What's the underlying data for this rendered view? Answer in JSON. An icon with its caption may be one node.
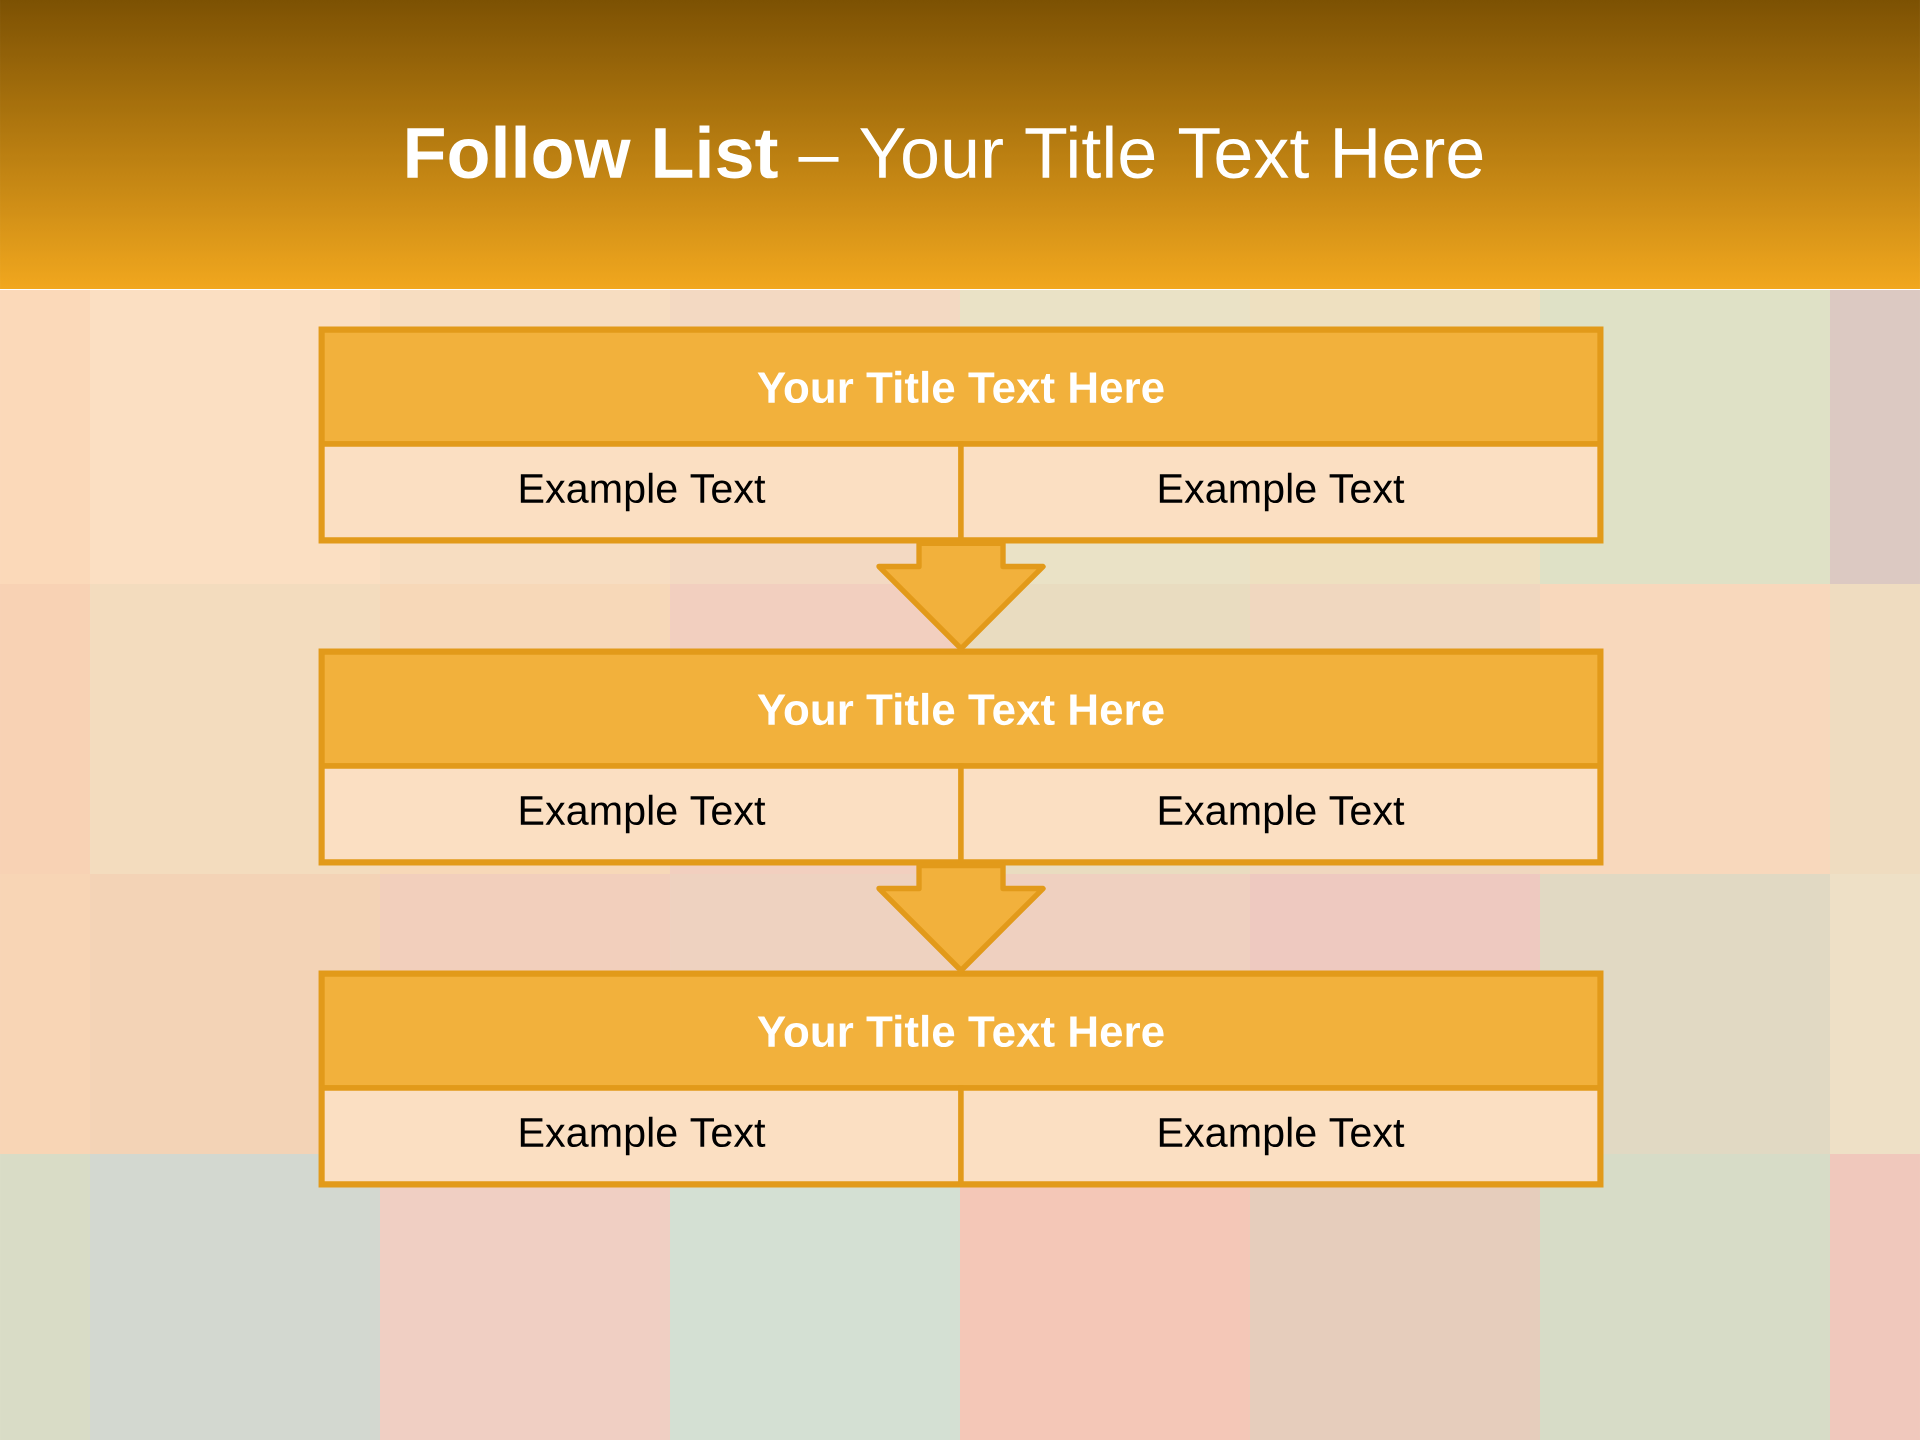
{
  "diagram": {
    "title": "**Follow List**  – Your Title Text Here",
    "nodes": [
      {
        "text": [],
        "shape": "box"
      },
      {
        "text": [
          "Your Title Text Here"
        ],
        "in": 0
      },
      {
        "text": [
          "Example Text"
        ],
        "in": 0
      },
      {
        "text": [
          "Example Text"
        ],
        "in": 0
      },
      {
        "text": [],
        "shape": "box"
      },
      {
        "text": [
          "Your Title Text Here"
        ],
        "in": 4
      },
      {
        "text": [
          "Example Text"
        ],
        "in": 4
      },
      {
        "text": [
          "Example Text"
        ],
        "in": 4
      },
      {
        "text": [],
        "shape": "box"
      },
      {
        "text": [
          "Your Title Text Here"
        ],
        "in": 8
      },
      {
        "text": [
          "Example Text"
        ],
        "in": 8
      },
      {
        "text": [
          "Example Text"
        ],
        "in": 8
      }
    ],
    "edges": [
      {
        "from": 0,
        "to": 4,
        "arrow": "to"
      },
      {
        "from": 4,
        "to": 8,
        "arrow": "to"
      }
    ]
  }
}
